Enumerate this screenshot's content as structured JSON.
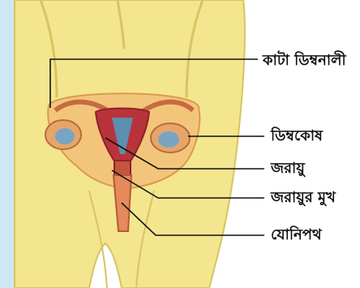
{
  "labels": [
    {
      "id": "cut-fallopian-tube",
      "text": "কাটা ডিম্বনালী"
    },
    {
      "id": "ovary",
      "text": "ডিম্বকোষ"
    },
    {
      "id": "uterus",
      "text": "জরায়ু"
    },
    {
      "id": "cervix",
      "text": "জরায়ুর মুখ"
    },
    {
      "id": "vagina",
      "text": "যোনিপথ"
    }
  ],
  "colors": {
    "skin": "#f4e68e",
    "skin_shadow": "#d7c463",
    "tissue": "#e69a63",
    "uterus_red": "#b9333a",
    "inner_blue": "#5c8fb0",
    "ovary_blue": "#7aa5c2",
    "line": "#111111"
  }
}
